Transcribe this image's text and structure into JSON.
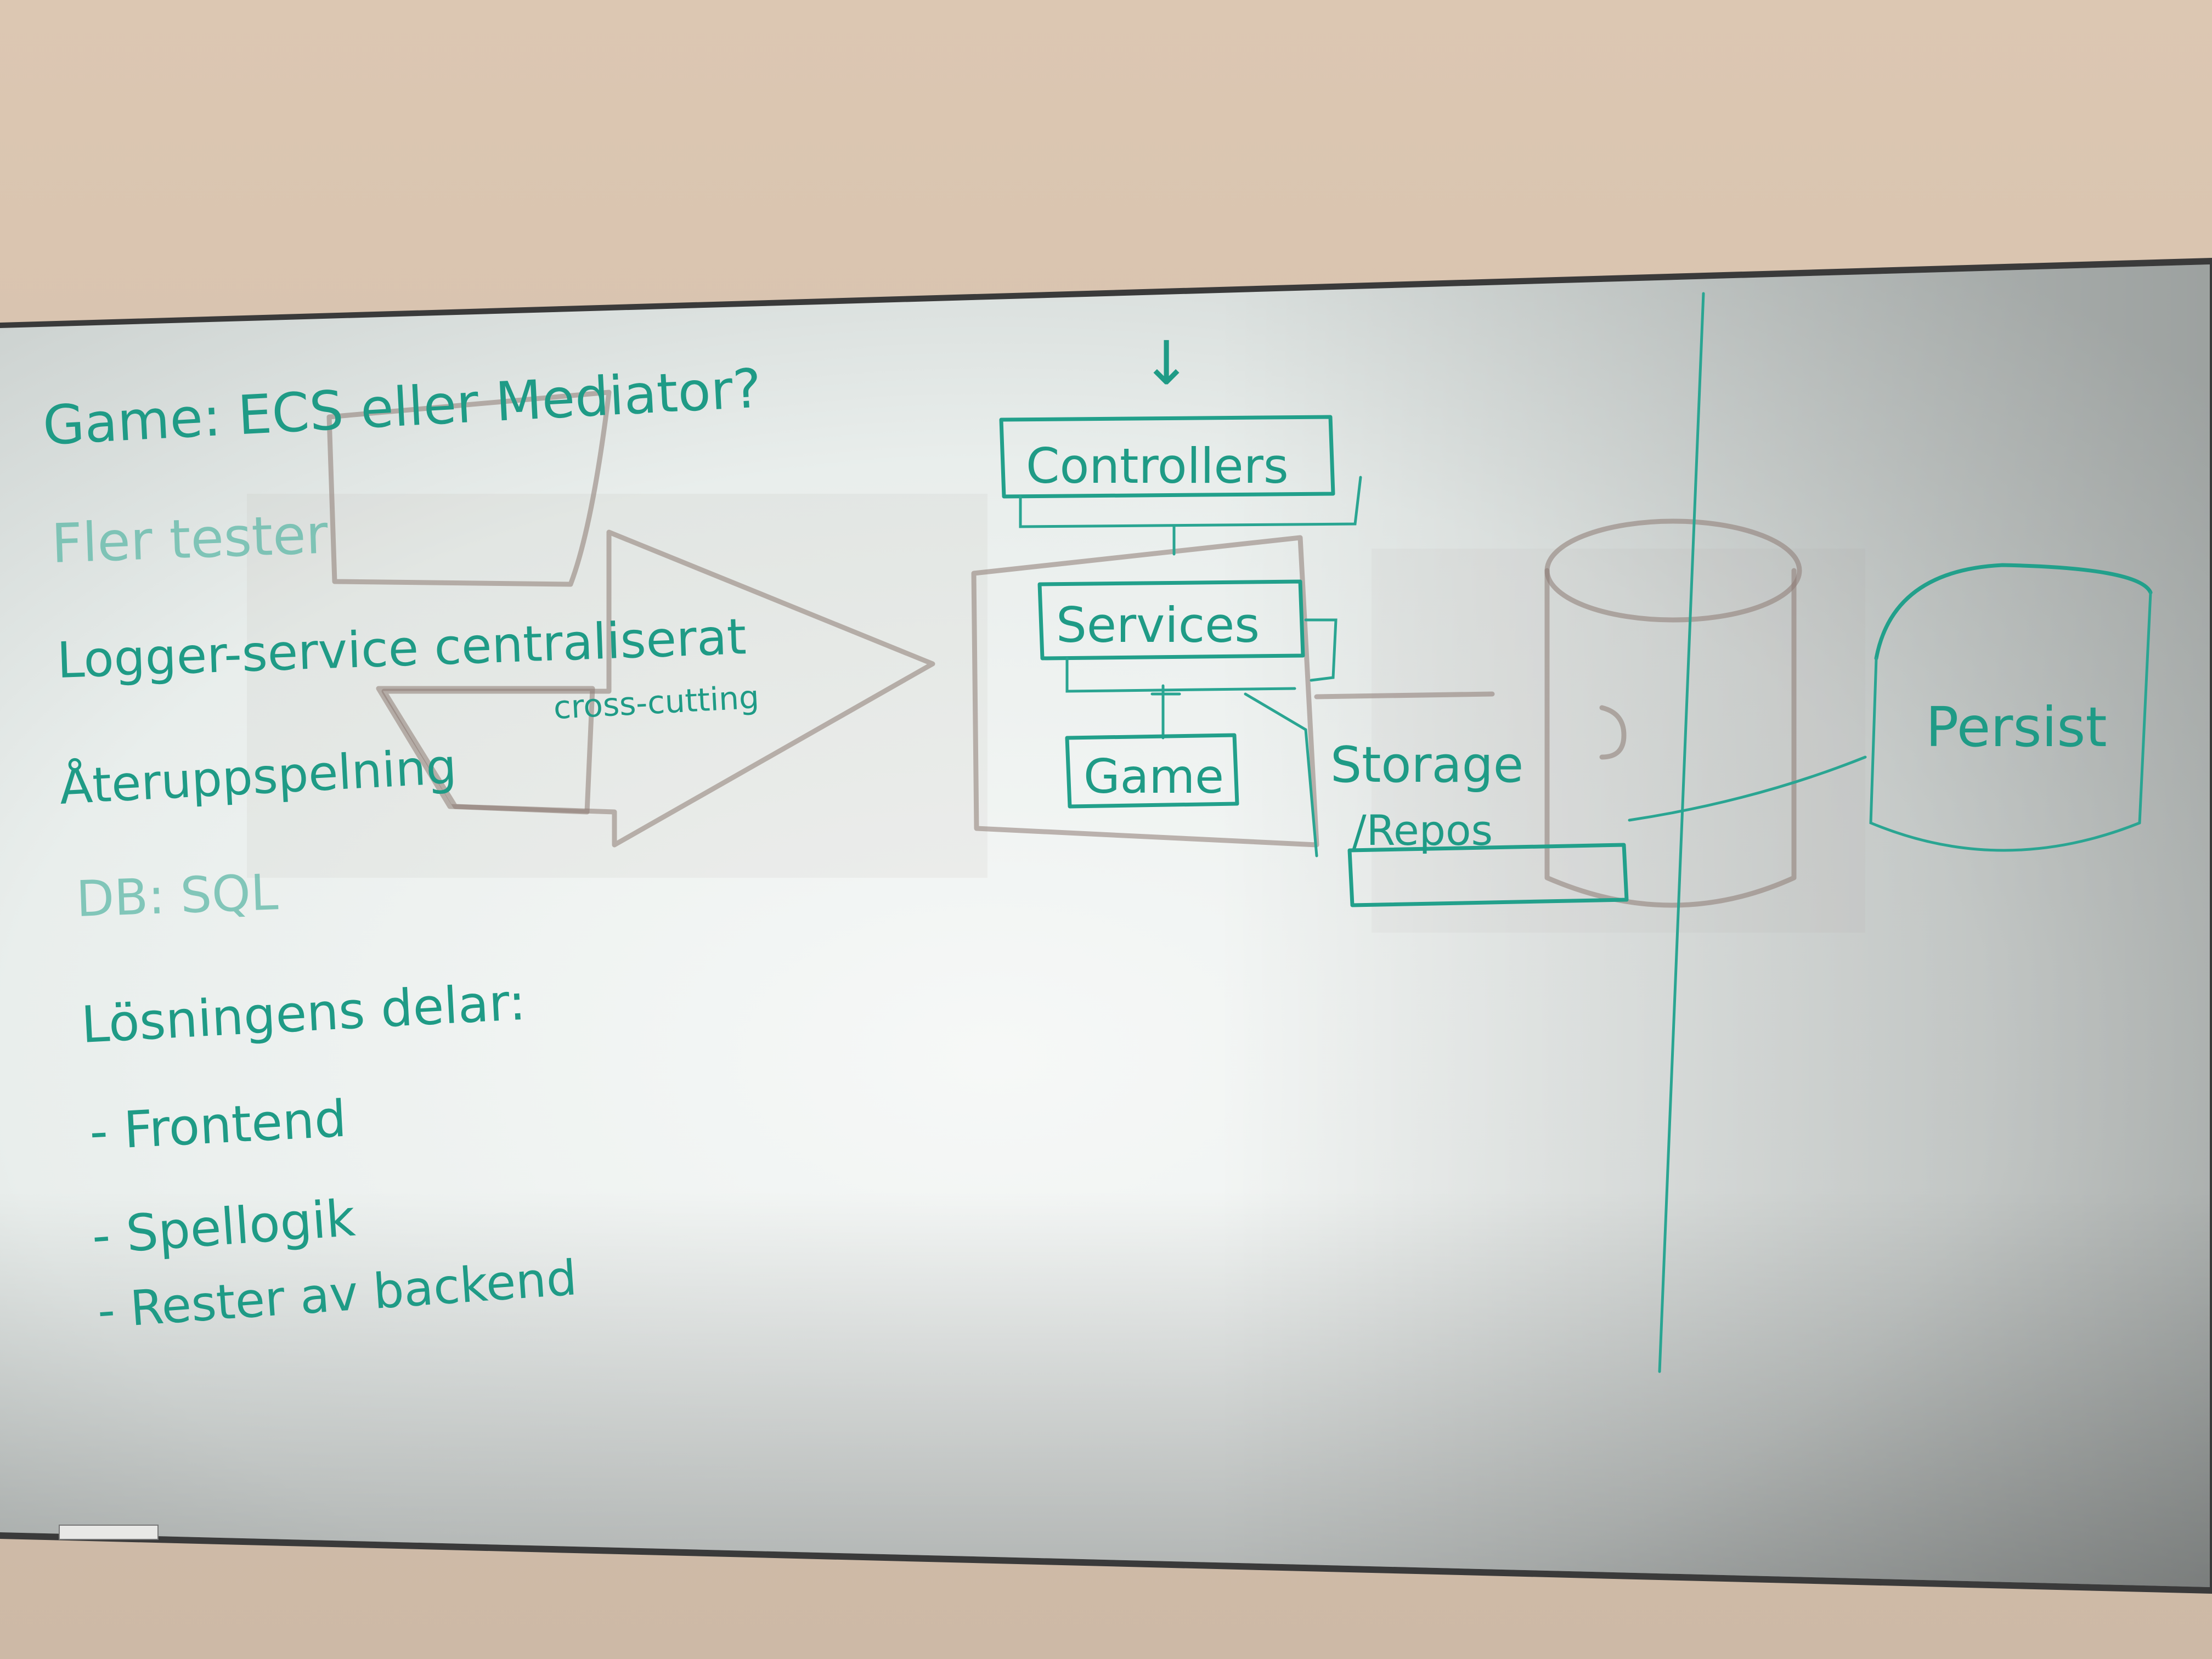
{
  "whiteboard": {
    "notes": [
      "Game: ECS eller Mediator?",
      "Fler tester",
      "Logger-service centraliserat",
      "cross-cutting",
      "Återuppspelning",
      "DB: SQL",
      "Lösningens delar:",
      "- Frontend",
      "- Spellogik",
      "- Rester av backend"
    ],
    "diagram": {
      "entry_arrow": "↓",
      "controllers": "Controllers",
      "services": "Services",
      "game": "Game",
      "storage": "Storage",
      "repos": "/Repos",
      "persist": "Persist"
    }
  },
  "colors": {
    "ink": "#1f9b86",
    "board": "#eef2f0",
    "frame": "#2b2b2b",
    "wall": "#d6c2ad"
  }
}
